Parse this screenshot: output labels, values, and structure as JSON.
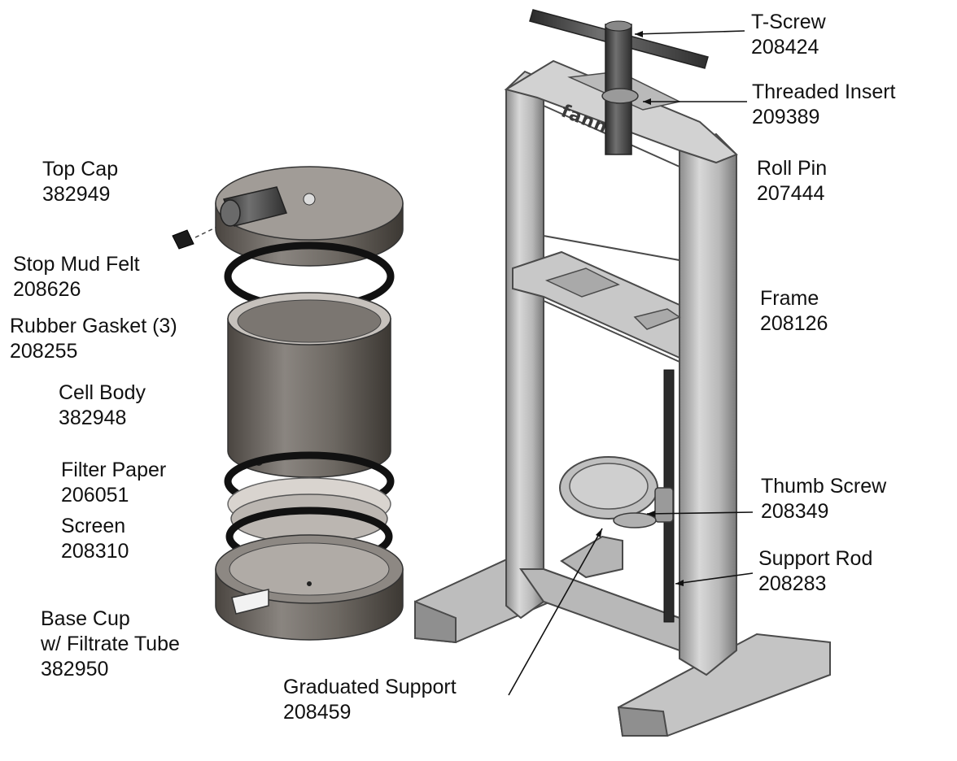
{
  "brand": "fann",
  "parts": [
    {
      "id": "t-screw",
      "name": "T-Screw",
      "number": "208424"
    },
    {
      "id": "threaded-insert",
      "name": "Threaded Insert",
      "number": "209389"
    },
    {
      "id": "roll-pin",
      "name": "Roll Pin",
      "number": "207444"
    },
    {
      "id": "frame",
      "name": "Frame",
      "number": "208126"
    },
    {
      "id": "thumb-screw",
      "name": "Thumb Screw",
      "number": "208349"
    },
    {
      "id": "support-rod",
      "name": "Support Rod",
      "number": "208283"
    },
    {
      "id": "graduated-support",
      "name": "Graduated Support",
      "number": "208459"
    },
    {
      "id": "top-cap",
      "name": "Top Cap",
      "number": "382949"
    },
    {
      "id": "stop-mud-felt",
      "name": "Stop Mud Felt",
      "number": "208626"
    },
    {
      "id": "rubber-gasket",
      "name": "Rubber Gasket (3)",
      "number": "208255"
    },
    {
      "id": "cell-body",
      "name": "Cell Body",
      "number": "382948"
    },
    {
      "id": "filter-paper",
      "name": "Filter Paper",
      "number": "206051"
    },
    {
      "id": "screen",
      "name": "Screen",
      "number": "208310"
    },
    {
      "id": "base-cup",
      "name": "Base Cup",
      "name2": "w/ Filtrate Tube",
      "number": "382950"
    }
  ]
}
